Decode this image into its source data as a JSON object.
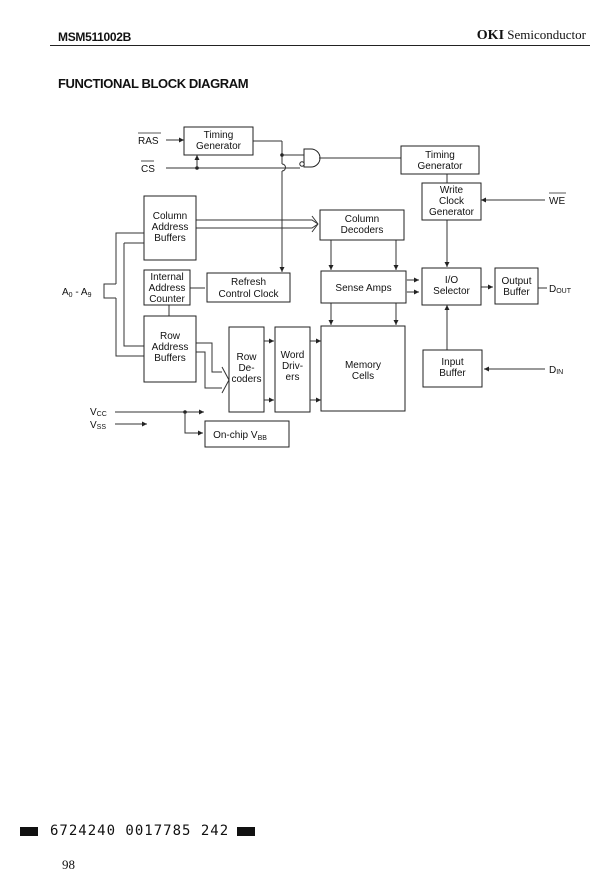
{
  "header": {
    "part_number": "MSM511002B",
    "brand": "OKI",
    "brand_suffix": "Semiconductor"
  },
  "section_title": "FUNCTIONAL BLOCK DIAGRAM",
  "diagram": {
    "signals": {
      "ras": "RAS",
      "cs": "CS",
      "we": "WE",
      "addr": "A0 - A9",
      "addr_main": "A",
      "addr_sub0": "0",
      "addr_dash": " - A",
      "addr_sub9": "9",
      "dout_main": "D",
      "dout_sub": "OUT",
      "din_main": "D",
      "din_sub": "IN",
      "vcc_main": "V",
      "vcc_sub": "CC",
      "vss_main": "V",
      "vss_sub": "SS"
    },
    "blocks": {
      "timing_gen_1": [
        "Timing",
        "Generator"
      ],
      "timing_gen_2": [
        "Timing",
        "Generator"
      ],
      "write_clock_gen": [
        "Write",
        "Clock",
        "Generator"
      ],
      "column_address_buffers": [
        "Column",
        "Address",
        "Buffers"
      ],
      "column_decoders": [
        "Column",
        "Decoders"
      ],
      "internal_address_counter": [
        "Internal",
        "Address",
        "Counter"
      ],
      "refresh_control_clock": [
        "Refresh",
        "Control Clock"
      ],
      "sense_amps": [
        "Sense Amps"
      ],
      "io_selector": [
        "I/O",
        "Selector"
      ],
      "output_buffer": [
        "Output",
        "Buffer"
      ],
      "row_address_buffers": [
        "Row",
        "Address",
        "Buffers"
      ],
      "row_decoders": [
        "Row",
        "De-",
        "coders"
      ],
      "word_drivers": [
        "Word",
        "Driv-",
        "ers"
      ],
      "memory_cells": [
        "Memory",
        "Cells"
      ],
      "input_buffer": [
        "Input",
        "Buffer"
      ],
      "onchip_vbb_main": "On-chip V",
      "onchip_vbb_sub": "BB"
    }
  },
  "footer": {
    "barcode_text": "6724240 0017785 242",
    "page_number": "98"
  }
}
